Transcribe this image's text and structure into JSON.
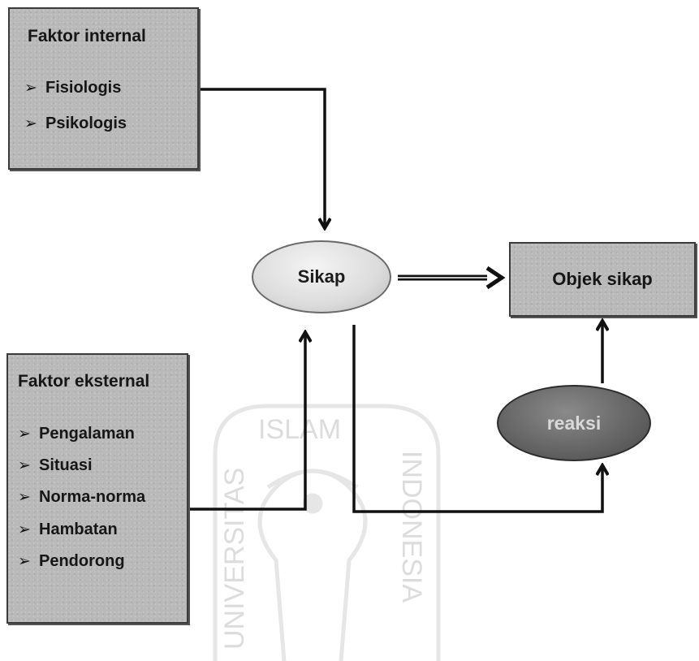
{
  "internal": {
    "title": "Faktor internal",
    "items": [
      "Fisiologis",
      "Psikologis"
    ]
  },
  "external": {
    "title": "Faktor eksternal",
    "items": [
      "Pengalaman",
      "Situasi",
      "Norma-norma",
      "Hambatan",
      "Pendorong"
    ]
  },
  "sikap": "Sikap",
  "objek": "Objek sikap",
  "reaksi": "reaksi",
  "bullet": "➢",
  "watermark": {
    "top": "ISLAM",
    "left": "UNIVERSITAS",
    "right": "INDONESIA"
  }
}
